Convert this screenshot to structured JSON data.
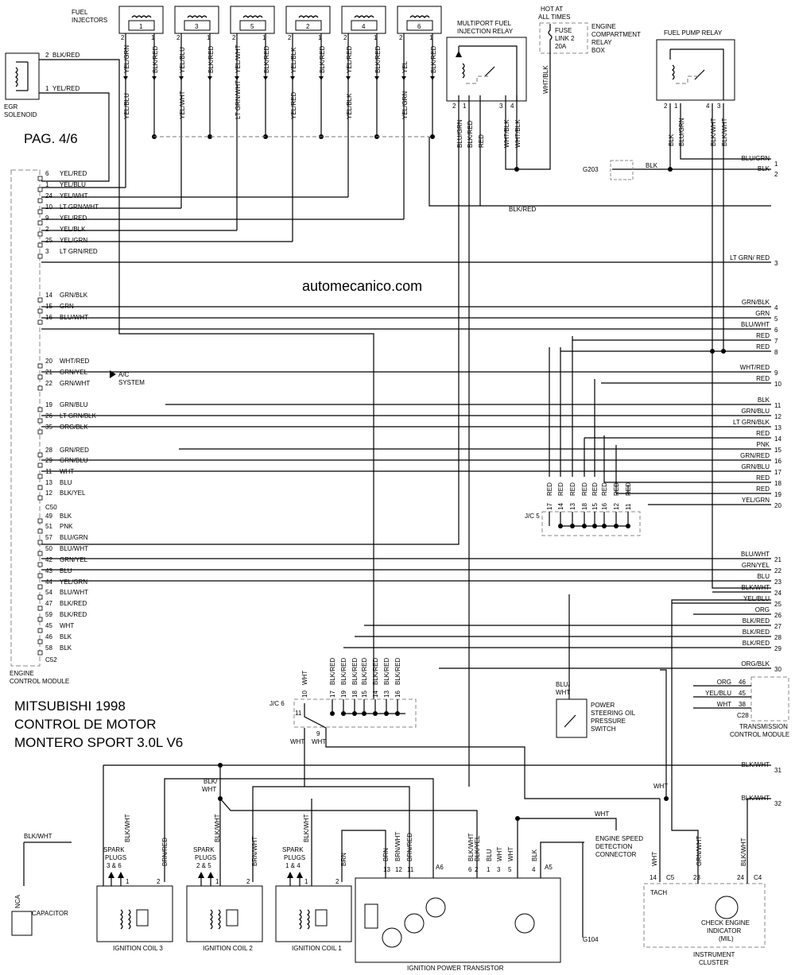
{
  "page": "PAG. 4/6",
  "watermark": "automecanico.com",
  "title": [
    "MITSUBISHI 1998",
    "CONTROL DE MOTOR",
    "MONTERO SPORT 3.0L V6"
  ],
  "labels": {
    "fuel_injectors": [
      "FUEL",
      "INJECTORS"
    ],
    "egr": [
      "EGR",
      "SOLENOID"
    ],
    "ecm": [
      "ENGINE",
      "CONTROL MODULE"
    ],
    "mfi_relay": [
      "MULTIPORT FUEL",
      "INJECTION RELAY"
    ],
    "hot": [
      "HOT AT",
      "ALL TIMES"
    ],
    "fuse": [
      "FUSE",
      "LINK 2",
      "20A"
    ],
    "ecrb": [
      "ENGINE",
      "COMPARTMENT",
      "RELAY",
      "BOX"
    ],
    "fpr": "FUEL PUMP RELAY",
    "g203": "G203",
    "jc5": "J/C 5",
    "jc6": "J/C 6",
    "ac": [
      "A/C",
      "SYSTEM"
    ],
    "c50": "C50",
    "c52": "C52",
    "psps": [
      "POWER",
      "STEERING OIL",
      "PRESSURE",
      "SWITCH"
    ],
    "tcm": [
      "TRANSMISSION",
      "CONTROL MODULE"
    ],
    "c28": "C28",
    "esdc": [
      "ENGINE SPEED",
      "DETECTION",
      "CONNECTOR"
    ],
    "g104": "G104",
    "capacitor": "CAPACITOR",
    "nca": "NCA",
    "coil3": "IGNITION COIL 3",
    "coil2": "IGNITION COIL 2",
    "coil1": "IGNITION COIL 1",
    "plugs": [
      [
        "SPARK",
        "PLUGS",
        "3 & 6"
      ],
      [
        "SPARK",
        "PLUGS",
        "2 & 5"
      ],
      [
        "SPARK",
        "PLUGS",
        "1 & 4"
      ]
    ],
    "ipt": "IGNITION POWER TRANSISTOR",
    "cluster": [
      "INSTRUMENT",
      "CLUSTER"
    ],
    "tach": "TACH",
    "mil": [
      "CHECK ENGINE",
      "INDICATOR",
      "(MIL)"
    ],
    "a5": "A5",
    "a6": "A6",
    "c4": "C4",
    "c5": "C5"
  },
  "injectors": [
    {
      "num": "1",
      "w1": "YEL/GRN",
      "w2": "BLK/RED",
      "w3": "YEL/BLU"
    },
    {
      "num": "3",
      "w1": "YEL/BLU",
      "w2": "BLK/RED",
      "w3": "YEL/WHT"
    },
    {
      "num": "5",
      "w1": "YEL/WHT",
      "w2": "BLK/RED",
      "w3": "LT GRN/WHT"
    },
    {
      "num": "2",
      "w1": "YEL/BLK",
      "w2": "BLK/RED",
      "w3": "YEL/RED"
    },
    {
      "num": "4",
      "w1": "YEL/RED",
      "w2": "BLK/RED",
      "w3": "YEL/BLK"
    },
    {
      "num": "6",
      "w1": "YEL",
      "w2": "BLK/RED",
      "w3": "YEL/GRN"
    }
  ],
  "egr_pins": [
    {
      "pin": "2",
      "wire": "BLK/RED"
    },
    {
      "pin": "1",
      "wire": "YEL/RED"
    }
  ],
  "ecm_pins": [
    {
      "pin": "6",
      "wire": "YEL/RED"
    },
    {
      "pin": "1",
      "wire": "YEL/BLU"
    },
    {
      "pin": "24",
      "wire": "YEL/WHT"
    },
    {
      "pin": "10",
      "wire": "LT GRN/WHT"
    },
    {
      "pin": "9",
      "wire": "YEL/RED"
    },
    {
      "pin": "2",
      "wire": "YEL/BLK"
    },
    {
      "pin": "25",
      "wire": "YEL/GRN"
    },
    {
      "pin": "3",
      "wire": "LT GRN/RED"
    },
    {
      "pin": "14",
      "wire": "GRN/BLK"
    },
    {
      "pin": "15",
      "wire": "GRN"
    },
    {
      "pin": "16",
      "wire": "BLU/WHT"
    },
    {
      "pin": "20",
      "wire": "WHT/RED"
    },
    {
      "pin": "21",
      "wire": "GRN/YEL"
    },
    {
      "pin": "22",
      "wire": "GRN/WHT"
    },
    {
      "pin": "19",
      "wire": "GRN/BLU"
    },
    {
      "pin": "26",
      "wire": "LT GRN/BLK"
    },
    {
      "pin": "35",
      "wire": "ORG/BLK"
    },
    {
      "pin": "28",
      "wire": "GRN/RED"
    },
    {
      "pin": "29",
      "wire": "GRN/BLU"
    },
    {
      "pin": "11",
      "wire": "WHT"
    },
    {
      "pin": "13",
      "wire": "BLU"
    },
    {
      "pin": "12",
      "wire": "BLK/YEL"
    },
    {
      "pin": "49",
      "wire": "BLK"
    },
    {
      "pin": "51",
      "wire": "PNK"
    },
    {
      "pin": "57",
      "wire": "BLU/GRN"
    },
    {
      "pin": "50",
      "wire": "BLU/WHT"
    },
    {
      "pin": "42",
      "wire": "GRN/YEL"
    },
    {
      "pin": "43",
      "wire": "BLU"
    },
    {
      "pin": "44",
      "wire": "YEL/GRN"
    },
    {
      "pin": "54",
      "wire": "BLU/WHT"
    },
    {
      "pin": "47",
      "wire": "BLK/RED"
    },
    {
      "pin": "59",
      "wire": "BLK/RED"
    },
    {
      "pin": "45",
      "wire": "WHT"
    },
    {
      "pin": "46",
      "wire": "BLK"
    },
    {
      "pin": "58",
      "wire": "BLK"
    }
  ],
  "right_labels": [
    {
      "n": "1",
      "w": "BLU/GRN"
    },
    {
      "n": "2",
      "w": "BLK"
    },
    {
      "n": "3",
      "w": "LT GRN/ RED"
    },
    {
      "n": "4",
      "w": "GRN/BLK"
    },
    {
      "n": "5",
      "w": "GRN"
    },
    {
      "n": "6",
      "w": "BLU/WHT"
    },
    {
      "n": "7",
      "w": "RED"
    },
    {
      "n": "8",
      "w": "RED"
    },
    {
      "n": "9",
      "w": "WHT/RED"
    },
    {
      "n": "10",
      "w": "RED"
    },
    {
      "n": "11",
      "w": "BLK"
    },
    {
      "n": "12",
      "w": "GRN/BLU"
    },
    {
      "n": "13",
      "w": "LT GRN/BLK"
    },
    {
      "n": "14",
      "w": "RED"
    },
    {
      "n": "15",
      "w": "PNK"
    },
    {
      "n": "16",
      "w": "GRN/RED"
    },
    {
      "n": "17",
      "w": "GRN/BLU"
    },
    {
      "n": "18",
      "w": "RED"
    },
    {
      "n": "19",
      "w": "RED"
    },
    {
      "n": "20",
      "w": "YEL/GRN"
    },
    {
      "n": "21",
      "w": "BLU/WHT"
    },
    {
      "n": "22",
      "w": "GRN/YEL"
    },
    {
      "n": "23",
      "w": "BLU"
    },
    {
      "n": "24",
      "w": "BLK/WHT"
    },
    {
      "n": "25",
      "w": "YEL/BLU"
    },
    {
      "n": "26",
      "w": "ORG"
    },
    {
      "n": "27",
      "w": "BLK/RED"
    },
    {
      "n": "28",
      "w": "BLK/RED"
    },
    {
      "n": "29",
      "w": "BLK/RED"
    },
    {
      "n": "30",
      "w": "ORG/BLK"
    },
    {
      "n": "31",
      "w": "BLK/WHT"
    },
    {
      "n": "32",
      "w": "BLK/WHT"
    }
  ],
  "jc5_pins": [
    {
      "pin": "17",
      "wire": "RED"
    },
    {
      "pin": "14",
      "wire": "RED"
    },
    {
      "pin": "13",
      "wire": "RED"
    },
    {
      "pin": "18",
      "wire": "RED"
    },
    {
      "pin": "15",
      "wire": "RED"
    },
    {
      "pin": "16",
      "wire": "RED"
    },
    {
      "pin": "12",
      "wire": "RED"
    },
    {
      "pin": "11",
      "wire": "RED"
    }
  ],
  "jc6_pins": [
    {
      "pin": "10",
      "wire": "WHT"
    },
    {
      "pin": "17",
      "wire": "BLK/RED"
    },
    {
      "pin": "19",
      "wire": "BLK/RED"
    },
    {
      "pin": "18",
      "wire": "BLK/RED"
    },
    {
      "pin": "15",
      "wire": "BLK/RED"
    },
    {
      "pin": "14",
      "wire": "BLK/RED"
    },
    {
      "pin": "13",
      "wire": "BLK/RED"
    },
    {
      "pin": "16",
      "wire": "BLK/RED"
    }
  ],
  "mfi_pins": [
    {
      "pin": "2",
      "wire": "BLU/GRN"
    },
    {
      "pin": "1",
      "wire": "BLK/RED"
    },
    {
      "pin": "",
      "wire": "RED"
    },
    {
      "pin": "3",
      "wire": "WHT/BLK"
    },
    {
      "pin": "4",
      "wire": "WHT/BLK"
    }
  ],
  "fpr_pins": [
    {
      "pin": "2",
      "wire": "BLK"
    },
    {
      "pin": "1",
      "wire": "BLU/GRN"
    },
    {
      "pin": "4",
      "wire": "BLK/WHT"
    },
    {
      "pin": "3",
      "wire": "BLK/WHT"
    }
  ],
  "tcm_pins": [
    {
      "pin": "46",
      "wire": "ORG"
    },
    {
      "pin": "45",
      "wire": "YEL/BLU"
    },
    {
      "pin": "38",
      "wire": "WHT"
    }
  ],
  "ipt_pins": [
    {
      "pin": "13",
      "wire": "BRN"
    },
    {
      "pin": "12",
      "wire": "BRN/WHT"
    },
    {
      "pin": "11",
      "wire": "BRN/RED"
    },
    {
      "pin": "6",
      "wire": "BLK/WHT"
    },
    {
      "pin": "2",
      "wire": "BLK/YEL"
    },
    {
      "pin": "1",
      "wire": "BLU"
    },
    {
      "pin": "3",
      "wire": "WHT"
    },
    {
      "pin": "5",
      "wire": "WHT"
    },
    {
      "pin": "4",
      "wire": "BLK"
    }
  ],
  "misc_wires": {
    "wht_blk": "WHT/BLK",
    "blk": "BLK",
    "blk_red": "BLK/RED",
    "blu_wht": [
      "BLU/",
      "WHT"
    ],
    "blk_wht": [
      "BLK/",
      "WHT"
    ],
    "blk_wht2": "BLK/WHT",
    "wht": "WHT",
    "brn": "BRN",
    "brn_red": "BRN/RED",
    "brn_wht": "BRN/WHT",
    "grn_wht": "GRN/WHT"
  },
  "coil_pins": {
    "one": "1",
    "two": "2",
    "jc6_11": "11",
    "jc6_9": "9",
    "cl_14": "14",
    "cl_23": "23",
    "cl_24": "24"
  }
}
